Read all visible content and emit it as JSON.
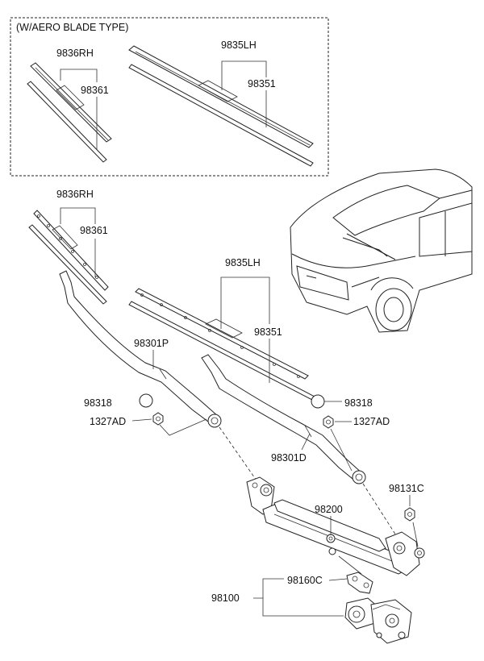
{
  "inset": {
    "title": "(W/AERO BLADE TYPE)",
    "labels": {
      "blade_rh": "9836RH",
      "refill_rh": "98361",
      "blade_lh": "9835LH",
      "refill_lh": "98351"
    }
  },
  "main": {
    "labels": {
      "blade_rh": "9836RH",
      "refill_rh": "98361",
      "blade_lh": "9835LH",
      "refill_lh": "98351",
      "arm_passenger": "98301P",
      "arm_driver": "98301D",
      "cap_left": "98318",
      "cap_right": "98318",
      "nut_left": "1327AD",
      "nut_right": "1327AD",
      "linkage": "98200",
      "pivot_cap": "98131C",
      "motor_bracket": "98160C",
      "motor_assembly": "98100"
    }
  }
}
